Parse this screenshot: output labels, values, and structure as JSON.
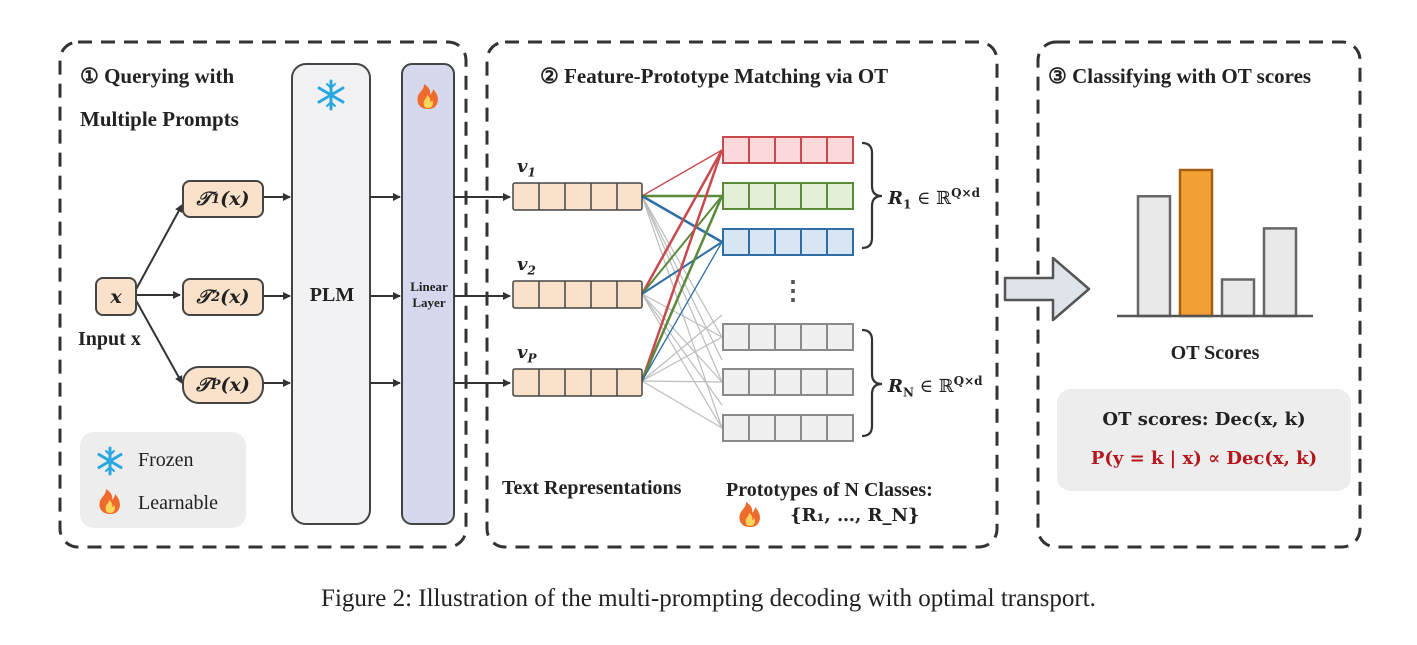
{
  "panel1": {
    "number": "①",
    "title_line1": "Querying with",
    "title_line2": "Multiple Prompts",
    "input_symbol": "x",
    "input_label": "Input x",
    "prompts": [
      {
        "T": "𝒯",
        "sub": "1",
        "arg": "(x)"
      },
      {
        "T": "𝒯",
        "sub": "2",
        "arg": "(x)"
      },
      {
        "T": "𝒯",
        "sub": "P",
        "arg": "(x)"
      }
    ],
    "plm_label": "PLM",
    "linear_label_line1": "Linear",
    "linear_label_line2": "Layer",
    "legend": {
      "frozen_label": "Frozen",
      "learnable_label": "Learnable"
    }
  },
  "panel2": {
    "number": "②",
    "title": "Feature-Prototype Matching via OT",
    "vectors": [
      {
        "v": "v",
        "sub": "1"
      },
      {
        "v": "v",
        "sub": "2"
      },
      {
        "v": "v",
        "sub": "P"
      }
    ],
    "r1_label": {
      "R": "R",
      "sub": "1",
      "rest": " ∈ ℝ",
      "sup": "Q×d"
    },
    "rn_label": {
      "R": "R",
      "sub": "N",
      "rest": " ∈ ℝ",
      "sup": "Q×d"
    },
    "dots": "⋮",
    "text_repr_label": "Text Representations",
    "prototypes_label": "Prototypes of N Classes:",
    "prototypes_set": "{R₁, …, R_N}",
    "colors": {
      "red": "#c94a4e",
      "green": "#5a8a3a",
      "blue": "#2f6ea5",
      "gray": "#8a8a8a",
      "orange_cell": "#f9e2c9",
      "red_cell": "#f9d9dc",
      "green_cell": "#e4efd8",
      "blue_cell": "#d8e5f3",
      "gray_cell": "#f0f0f0"
    }
  },
  "panel3": {
    "number": "③",
    "title": "Classifying with OT scores",
    "bars_label": "OT Scores",
    "bar_values": [
      0.82,
      1.0,
      0.25,
      0.6
    ],
    "highlight_index": 1,
    "formula1": "OT scores: Dec(x, k)",
    "formula2": "P(y = k | x) ∝ Dec(x, k)"
  },
  "caption": "Figure 2: Illustration of the multi-prompting decoding with optimal transport."
}
